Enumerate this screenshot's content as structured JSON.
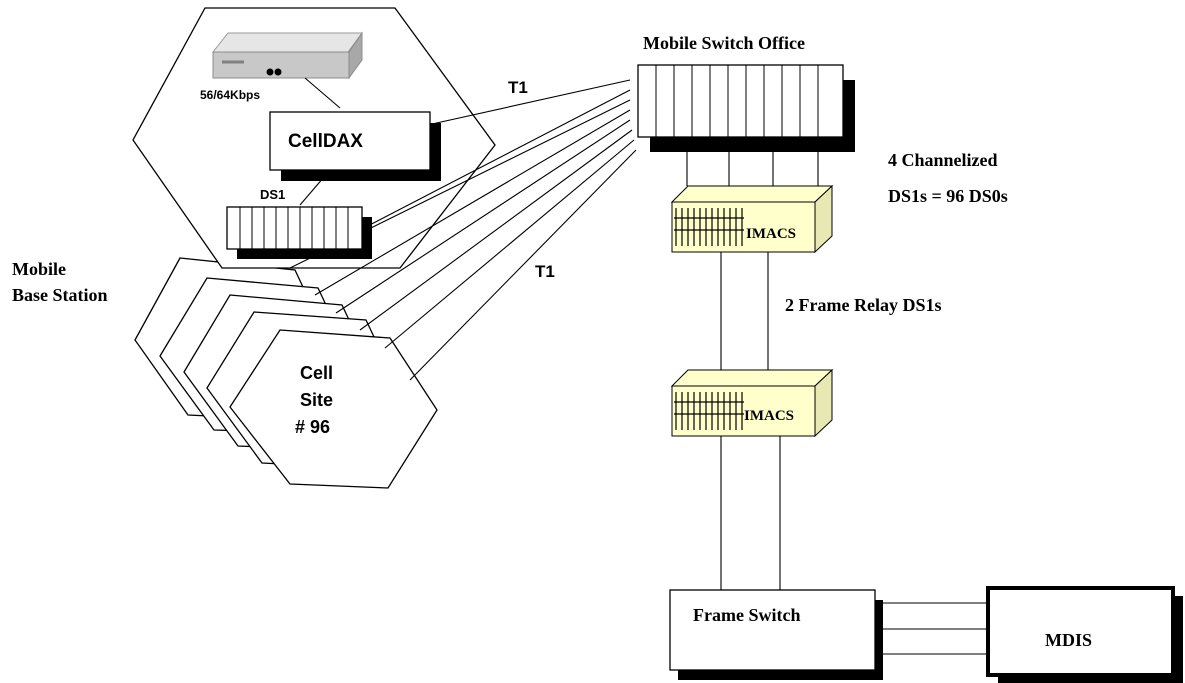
{
  "labels": {
    "mobile_switch_office": "Mobile Switch Office",
    "t1_top": "T1",
    "t1_bottom": "T1",
    "speed_56_64": "56/64Kbps",
    "celldax": "CellDAX",
    "ds1": "DS1",
    "channelized_line1": "4 Channelized",
    "channelized_line2": "DS1s = 96 DS0s",
    "imacs_top": "IMACS",
    "imacs_bottom": "IMACS",
    "frame_relay": "2 Frame Relay DS1s",
    "mobile": "Mobile",
    "base_station": "Base Station",
    "cell_line1": "Cell",
    "cell_line2": "Site",
    "cell_line3": "# 96",
    "frame_switch": "Frame Switch",
    "mdis": "MDIS"
  },
  "colors": {
    "line": "#000000",
    "imacs_fill": "#ffffcc",
    "modem_body": "#c8c8c8"
  }
}
